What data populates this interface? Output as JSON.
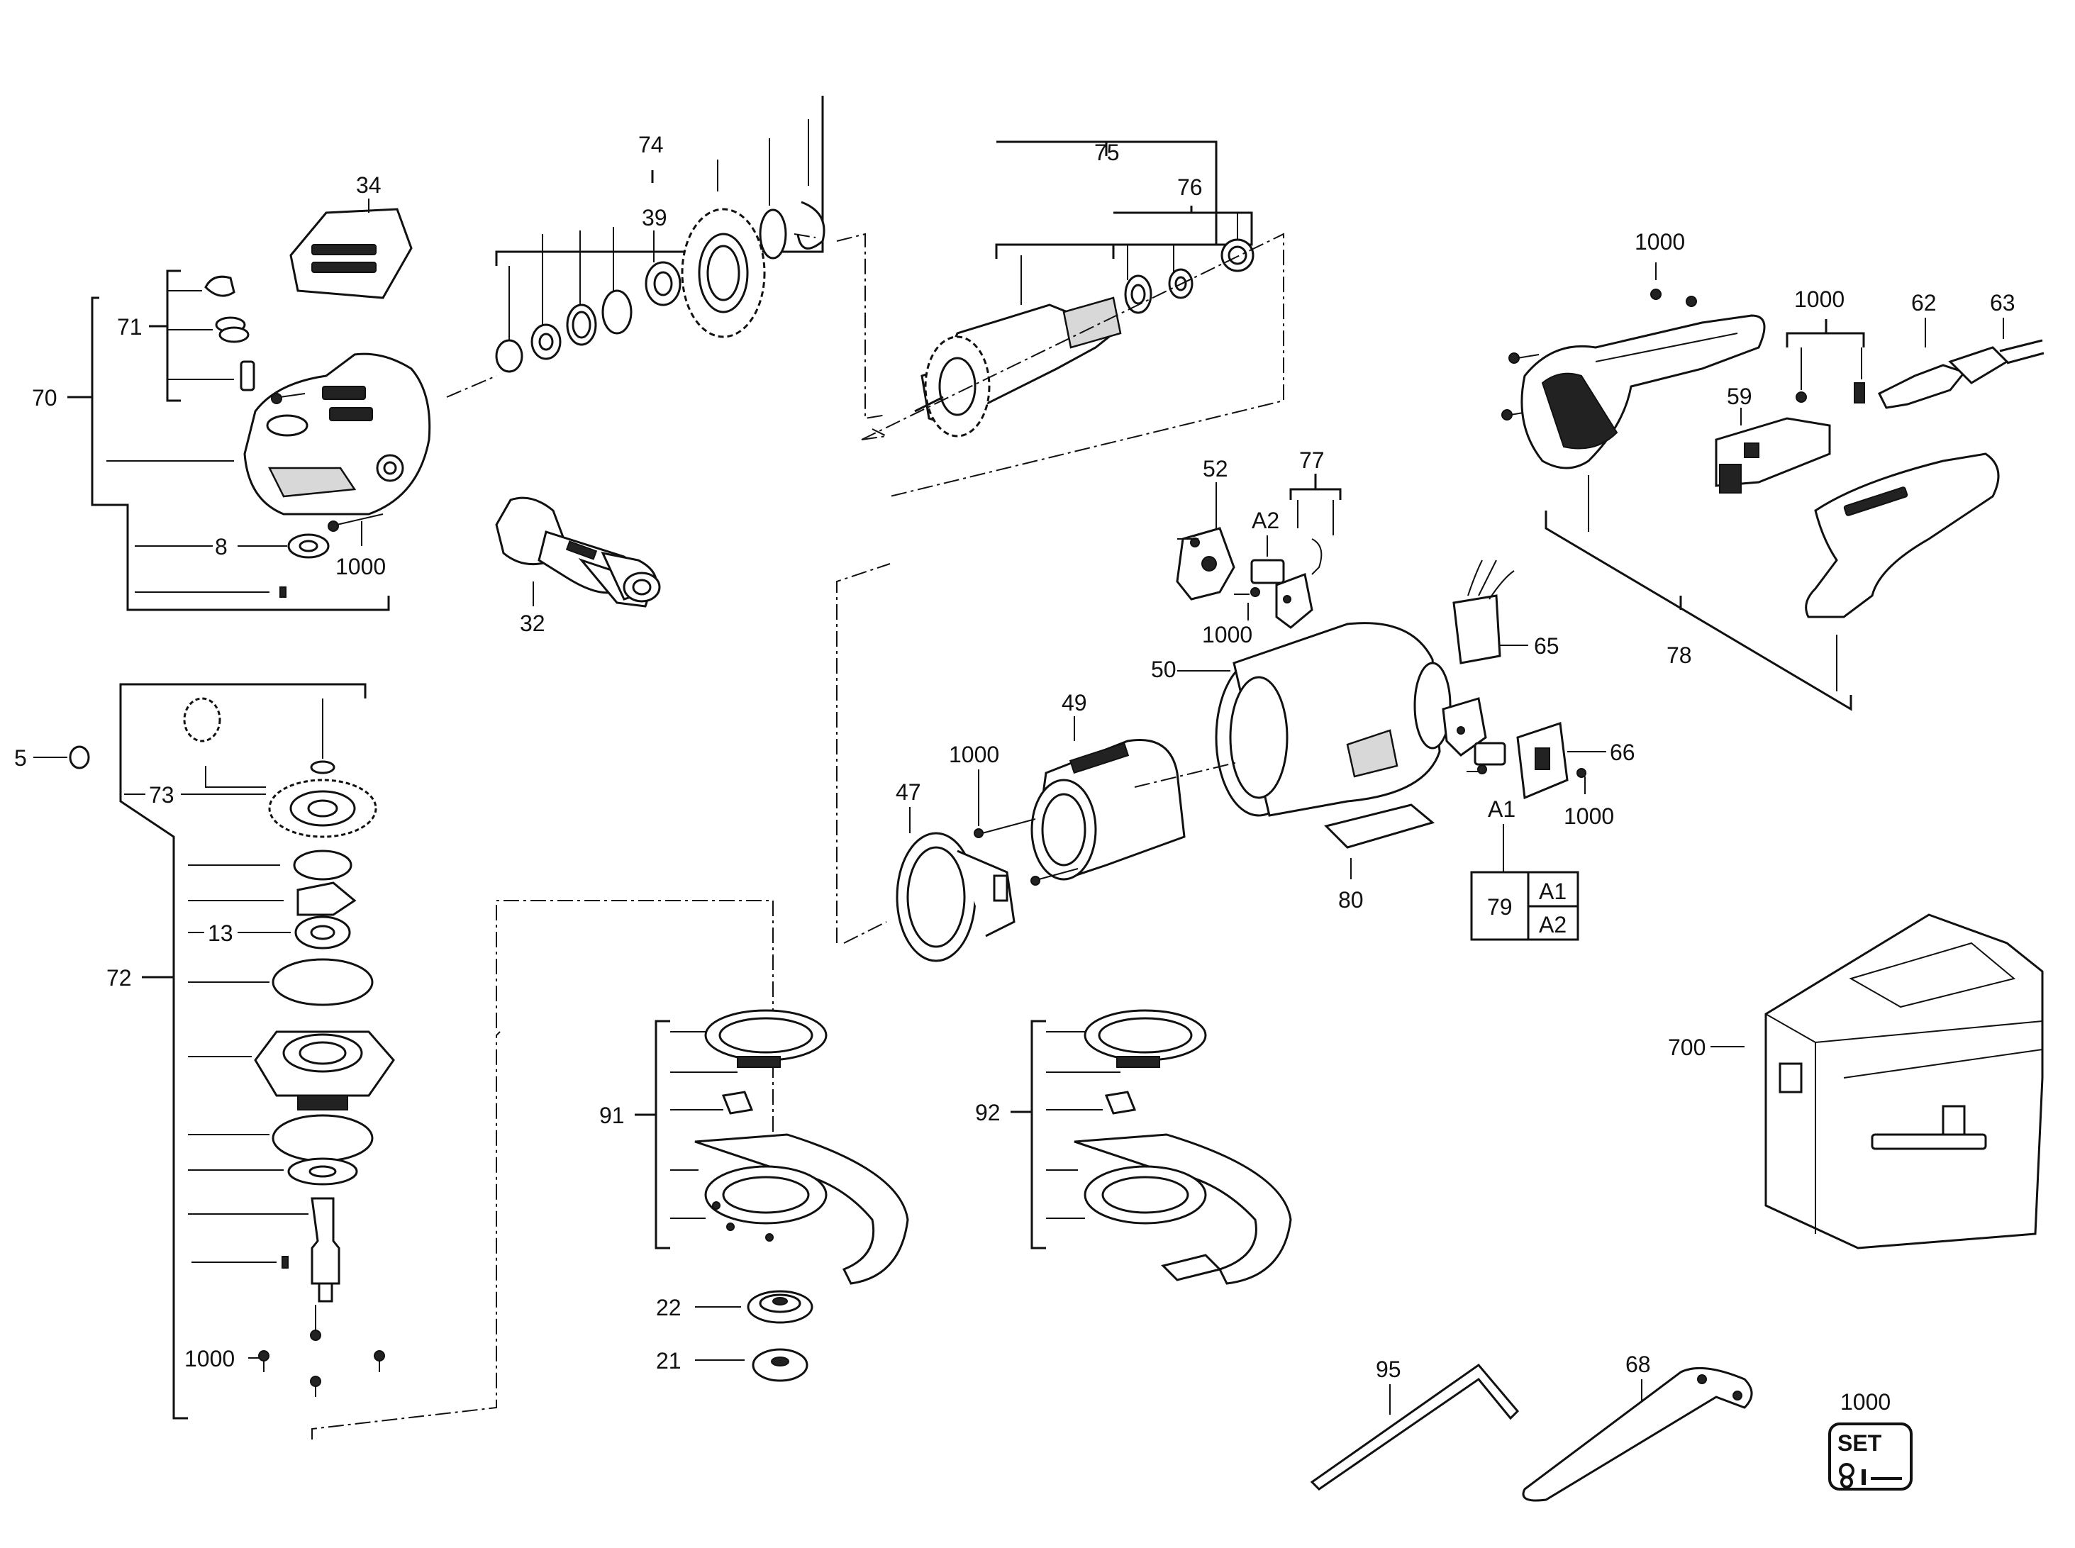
{
  "labels": {
    "p34": "34",
    "p70": "70",
    "p71": "71",
    "p8": "8",
    "p1000_cover": "1000",
    "p74": "74",
    "p39": "39",
    "p32": "32",
    "p75": "75",
    "p76": "76",
    "p1000_handle": "1000",
    "p1000_switch": "1000",
    "p62": "62",
    "p63": "63",
    "p59": "59",
    "p78": "78",
    "p52": "52",
    "p77": "77",
    "pA2": "A2",
    "p1000_brush": "1000",
    "p50": "50",
    "p65": "65",
    "p49": "49",
    "p1000_stator": "1000",
    "p47": "47",
    "p66": "66",
    "pA1": "A1",
    "p1000_cap": "1000",
    "p80": "80",
    "p79": "79",
    "p79_a1": "A1",
    "p79_a2": "A2",
    "p5": "5",
    "p73": "73",
    "p13": "13",
    "p72": "72",
    "p1000_gear": "1000",
    "p91": "91",
    "p92": "92",
    "p22": "22",
    "p21": "21",
    "p700": "700",
    "p95": "95",
    "p68": "68",
    "p1000_set": "1000",
    "set_badge": "SET"
  }
}
